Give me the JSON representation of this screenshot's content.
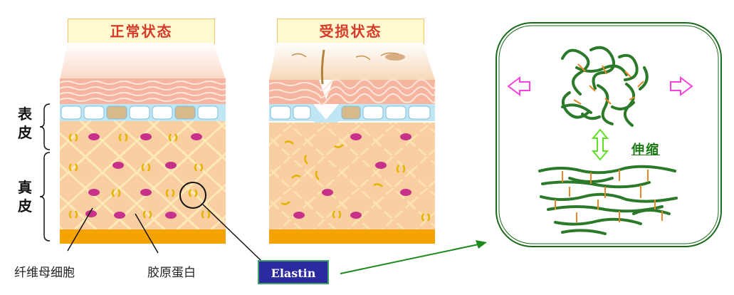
{
  "titles": {
    "normal": "正常状态",
    "damaged": "受损状态"
  },
  "side_labels": {
    "epidermis": "表\n皮",
    "dermis": "真\n皮"
  },
  "captions": {
    "fibroblast": "纤维母细胞",
    "collagen": "胶原蛋白"
  },
  "elastin_label": "Elastin",
  "stretch_label": "伸缩",
  "colors": {
    "title_text": "#d63b2a",
    "title_bg": "#fff9cf",
    "elastin_bg": "#2b2a9e",
    "fiber_green": "#2a7a2a",
    "crosslink_orange": "#e8862a",
    "arrow_magenta": "#ff40e0",
    "arrow_green": "#5fe020",
    "dermis_base": "#f5a300"
  }
}
